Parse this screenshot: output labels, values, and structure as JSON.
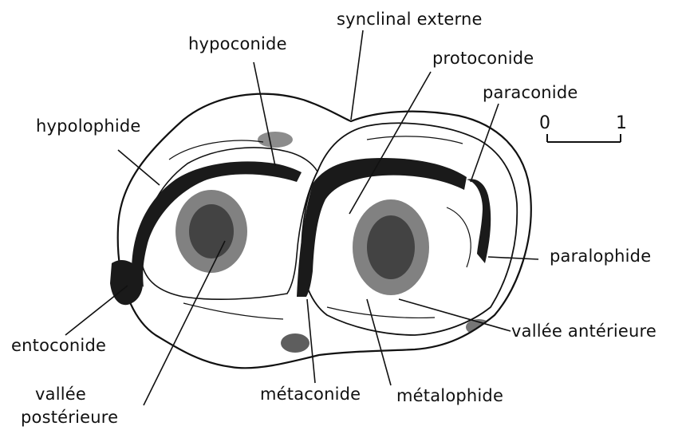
{
  "labels": {
    "synclinal_externe": "synclinal externe",
    "hypoconide": "hypoconide",
    "protoconide": "protoconide",
    "paraconide": "paraconide",
    "hypolophide": "hypolophide",
    "paralophide": "paralophide",
    "entoconide": "entoconide",
    "vallee_anterieure": "vallée antérieure",
    "vallee_posterieure_line1": "vallée",
    "vallee_posterieure_line2": "postérieure",
    "metaconide": "métaconide",
    "metalophide": "métalophide"
  },
  "scale_bar": {
    "start": "0",
    "end": "1"
  },
  "colors": {
    "ink": "#111111",
    "stipple": "#1a1a1a",
    "background": "#ffffff"
  }
}
